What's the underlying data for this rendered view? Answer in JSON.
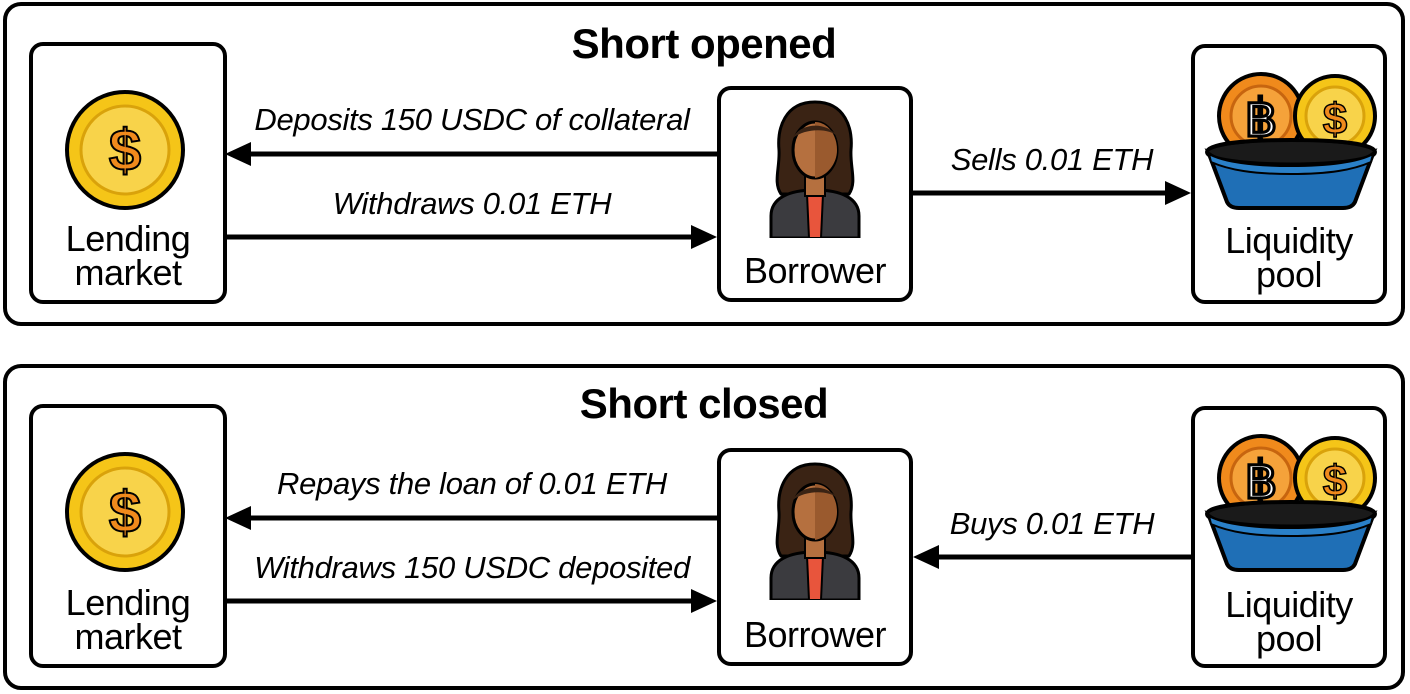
{
  "panels": [
    {
      "title": "Short opened",
      "nodes": {
        "lending": {
          "line1": "Lending",
          "line2": "market"
        },
        "borrower": {
          "label": "Borrower"
        },
        "pool": {
          "line1": "Liquidity",
          "line2": "pool"
        }
      },
      "edges": {
        "top_left": "Deposits 150 USDC of collateral",
        "bottom_left": "Withdraws 0.01 ETH",
        "right": "Sells 0.01 ETH"
      }
    },
    {
      "title": "Short closed",
      "nodes": {
        "lending": {
          "line1": "Lending",
          "line2": "market"
        },
        "borrower": {
          "label": "Borrower"
        },
        "pool": {
          "line1": "Liquidity",
          "line2": "pool"
        }
      },
      "edges": {
        "top_left": "Repays the loan of 0.01 ETH",
        "bottom_left": "Withdraws 150 USDC deposited",
        "right": "Buys 0.01 ETH"
      }
    }
  ],
  "icons": {
    "lending": "dollar-coin-icon",
    "borrower": "person-icon",
    "pool": "coin-pool-icon",
    "bitcoin_symbol": "฿",
    "dollar_symbol": "$"
  },
  "colors": {
    "coin_gold": "#F5C518",
    "coin_orange": "#F08A1C",
    "pool_blue": "#1F6FB6",
    "skin": "#B5703F",
    "hair": "#3A2314"
  }
}
